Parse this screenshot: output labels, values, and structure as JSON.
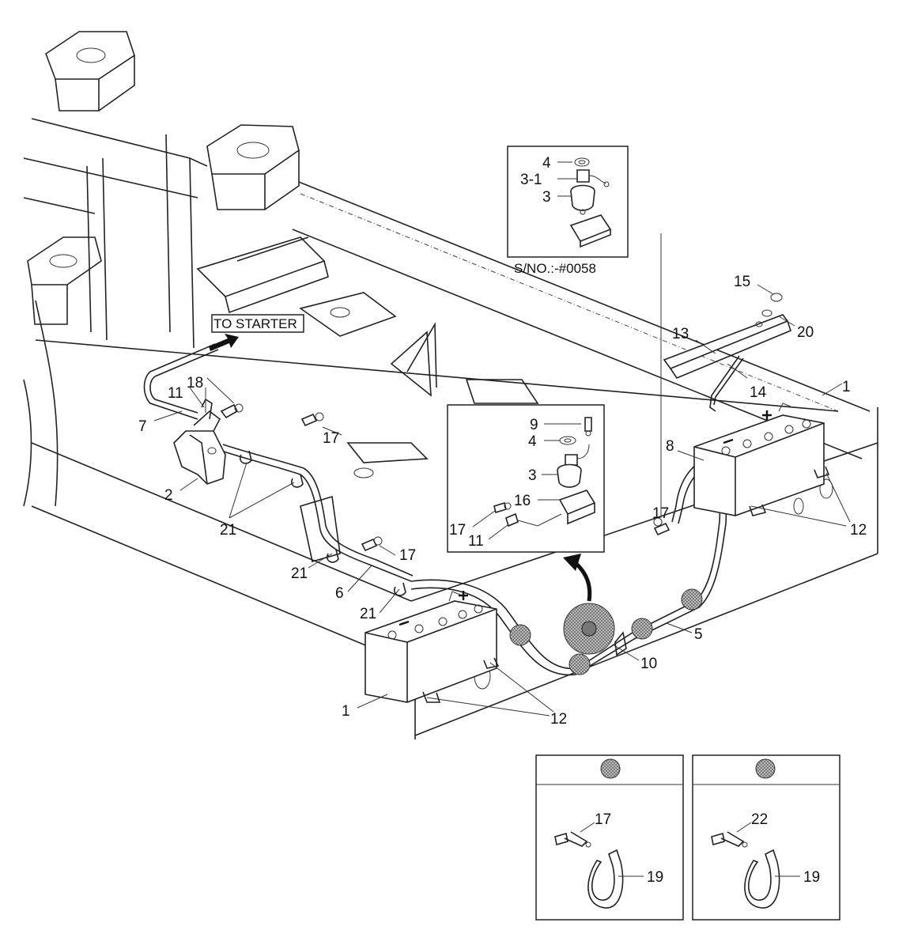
{
  "texts": {
    "to_starter": "TO STARTER",
    "serial_note": "S/NO.:-#0058"
  },
  "labels": {
    "l1a": "1",
    "l1b": "1",
    "l2": "2",
    "l3": "3",
    "l3_1": "3-1",
    "l3b": "3",
    "l4": "4",
    "l4b": "4",
    "l5": "5",
    "l6": "6",
    "l7": "7",
    "l8": "8",
    "l9": "9",
    "l10": "10",
    "l11a": "11",
    "l11b": "11",
    "l12a": "12",
    "l12b": "12",
    "l13": "13",
    "l14": "14",
    "l15": "15",
    "l16": "16",
    "l17a": "17",
    "l17b": "17",
    "l17c": "17",
    "l17d": "17",
    "l18": "18",
    "l19a": "19",
    "l19b": "19",
    "l20": "20",
    "l21a": "21",
    "l21b": "21",
    "l21c": "21",
    "l22": "22",
    "det_left_bolt": "17",
    "det_right_bolt": "22"
  },
  "colors": {
    "line": "#222222",
    "hatch": "#888888",
    "background": "#ffffff"
  }
}
